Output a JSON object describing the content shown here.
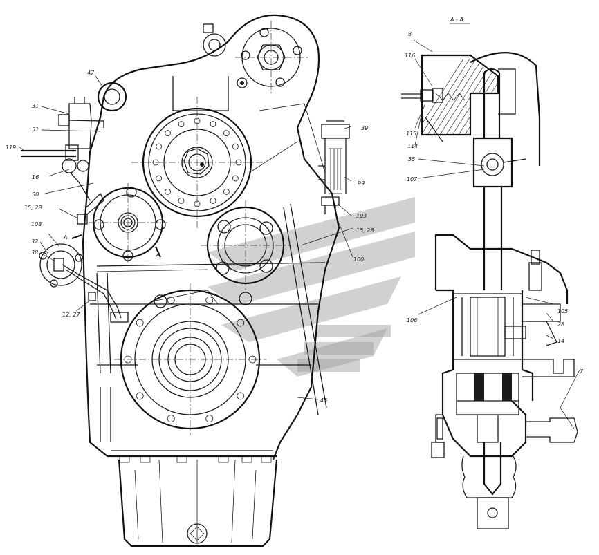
{
  "diagram": {
    "section_title": "А - А",
    "section_marks": [
      "А",
      "А"
    ],
    "labels": [
      {
        "id": "l-8",
        "text": "8"
      },
      {
        "id": "l-116",
        "text": "116"
      },
      {
        "id": "l-115",
        "text": "115"
      },
      {
        "id": "l-114",
        "text": "114"
      },
      {
        "id": "l-35",
        "text": "35"
      },
      {
        "id": "l-107",
        "text": "107"
      },
      {
        "id": "l-105",
        "text": "105"
      },
      {
        "id": "l-28r",
        "text": "28"
      },
      {
        "id": "l-14",
        "text": "14"
      },
      {
        "id": "l-7",
        "text": "7"
      },
      {
        "id": "l-106",
        "text": "106"
      },
      {
        "id": "l-47",
        "text": "47"
      },
      {
        "id": "l-31",
        "text": "31"
      },
      {
        "id": "l-51",
        "text": "51"
      },
      {
        "id": "l-119",
        "text": "119"
      },
      {
        "id": "l-16",
        "text": "16"
      },
      {
        "id": "l-50",
        "text": "50"
      },
      {
        "id": "l-1528a",
        "text": "15, 28"
      },
      {
        "id": "l-108",
        "text": "108"
      },
      {
        "id": "l-32",
        "text": "32"
      },
      {
        "id": "l-38",
        "text": "38"
      },
      {
        "id": "l-1227",
        "text": "12, 27"
      },
      {
        "id": "l-39",
        "text": "39"
      },
      {
        "id": "l-99",
        "text": "99"
      },
      {
        "id": "l-103",
        "text": "103"
      },
      {
        "id": "l-1528b",
        "text": "15, 28"
      },
      {
        "id": "l-100",
        "text": "100"
      },
      {
        "id": "l-45",
        "text": "45"
      }
    ]
  }
}
